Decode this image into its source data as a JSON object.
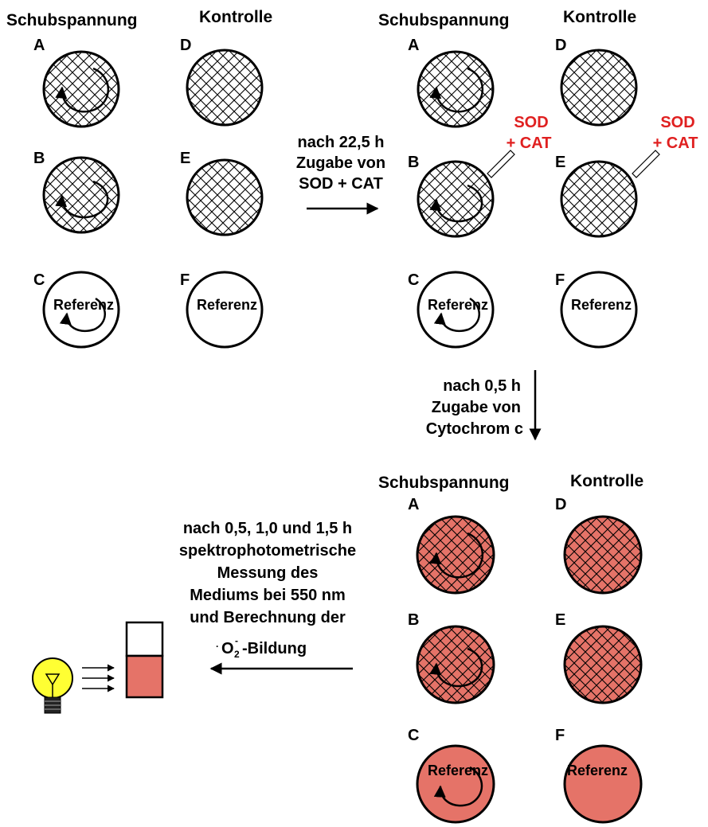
{
  "colors": {
    "line": "#000000",
    "medium_red": "#e57368",
    "label_red": "#e02020",
    "bulb_yellow": "#ffff33"
  },
  "panel1": {
    "header_left": "Schubspannung",
    "header_right": "Kontrolle",
    "wells": {
      "A": "A",
      "B": "B",
      "C": "C",
      "D": "D",
      "E": "E",
      "F": "F",
      "ref_C": "Referenz",
      "ref_F": "Referenz"
    }
  },
  "panel2": {
    "header_left": "Schubspannung",
    "header_right": "Kontrolle",
    "wells": {
      "A": "A",
      "B": "B",
      "C": "C",
      "D": "D",
      "E": "E",
      "F": "F",
      "ref_C": "Referenz",
      "ref_F": "Referenz"
    },
    "addition_left": [
      "SOD",
      "+ CAT"
    ],
    "addition_right": [
      "SOD",
      "+ CAT"
    ]
  },
  "panel3": {
    "header_left": "Schubspannung",
    "header_right": "Kontrolle",
    "wells": {
      "A": "A",
      "B": "B",
      "C": "C",
      "D": "D",
      "E": "E",
      "F": "F",
      "ref_C": "Referenz",
      "ref_F": "Referenz"
    }
  },
  "step1": [
    "nach 22,5 h",
    "Zugabe von",
    "SOD + CAT"
  ],
  "step2": [
    "nach 0,5 h",
    "Zugabe von",
    "Cytochrom c"
  ],
  "step3": {
    "lines": [
      "nach 0,5, 1,0 und 1,5  h",
      "spektrophotometrische",
      "Messung des",
      "Mediums bei 550 nm",
      "und Berechnung der"
    ],
    "species": "O",
    "subscript": "2",
    "superscript": "-",
    "suffix": "-Bildung"
  },
  "icons": [
    "lightbulb-icon",
    "cuvette-icon",
    "light-ray-icon",
    "rotation-arrow-icon",
    "pipette-icon"
  ]
}
